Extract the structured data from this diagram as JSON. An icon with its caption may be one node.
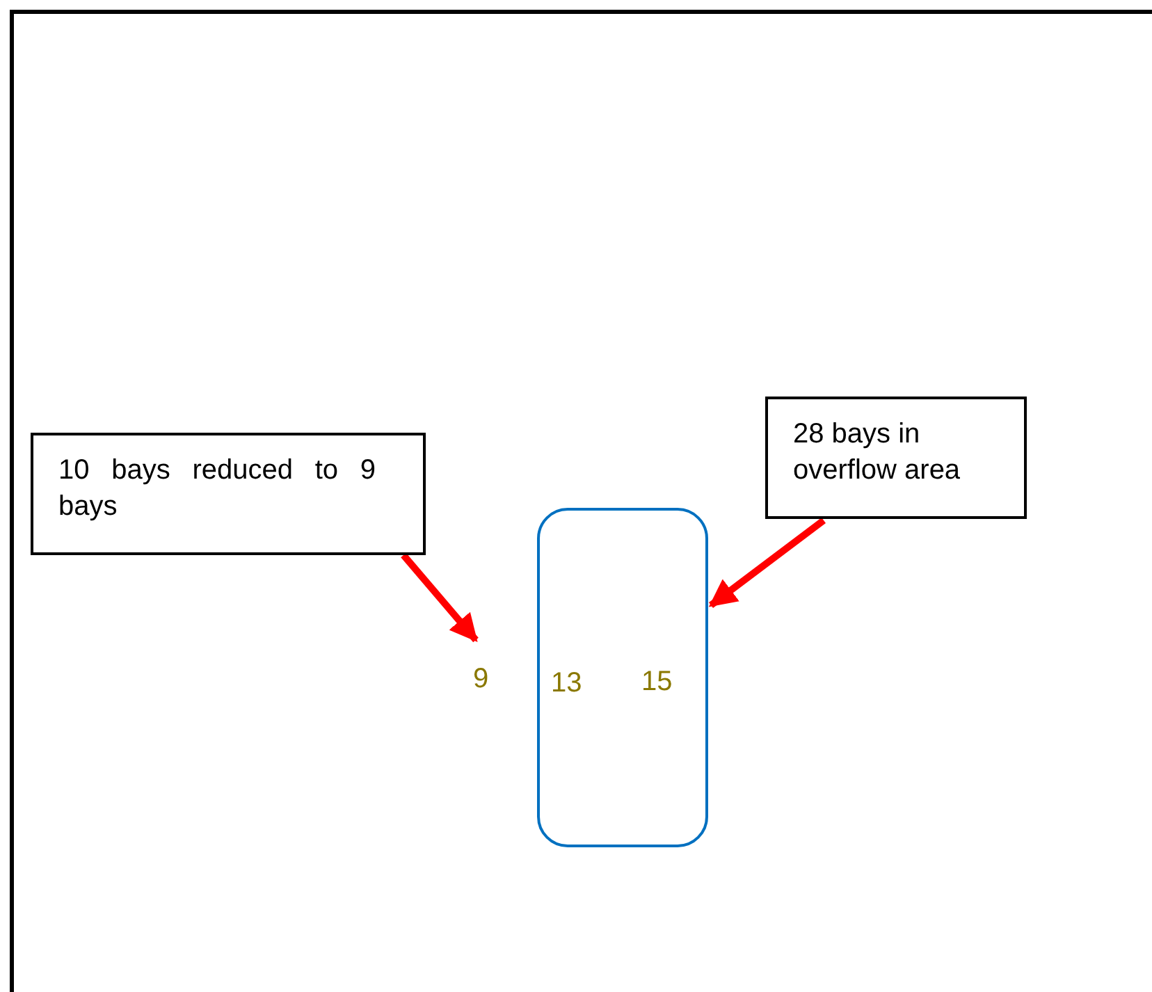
{
  "diagram": {
    "nodes": [
      {
        "text": [
          "10 bays reduced to 9 bays"
        ]
      },
      {
        "text": [
          "9"
        ]
      },
      {
        "text": [
          "28 bays in overflow area"
        ]
      },
      {
        "text": [
          "13",
          "15"
        ]
      }
    ],
    "edges": [
      {
        "from": 0,
        "to": 1,
        "arrow": "to"
      },
      {
        "from": 2,
        "to": 3,
        "arrow": "to"
      }
    ]
  }
}
